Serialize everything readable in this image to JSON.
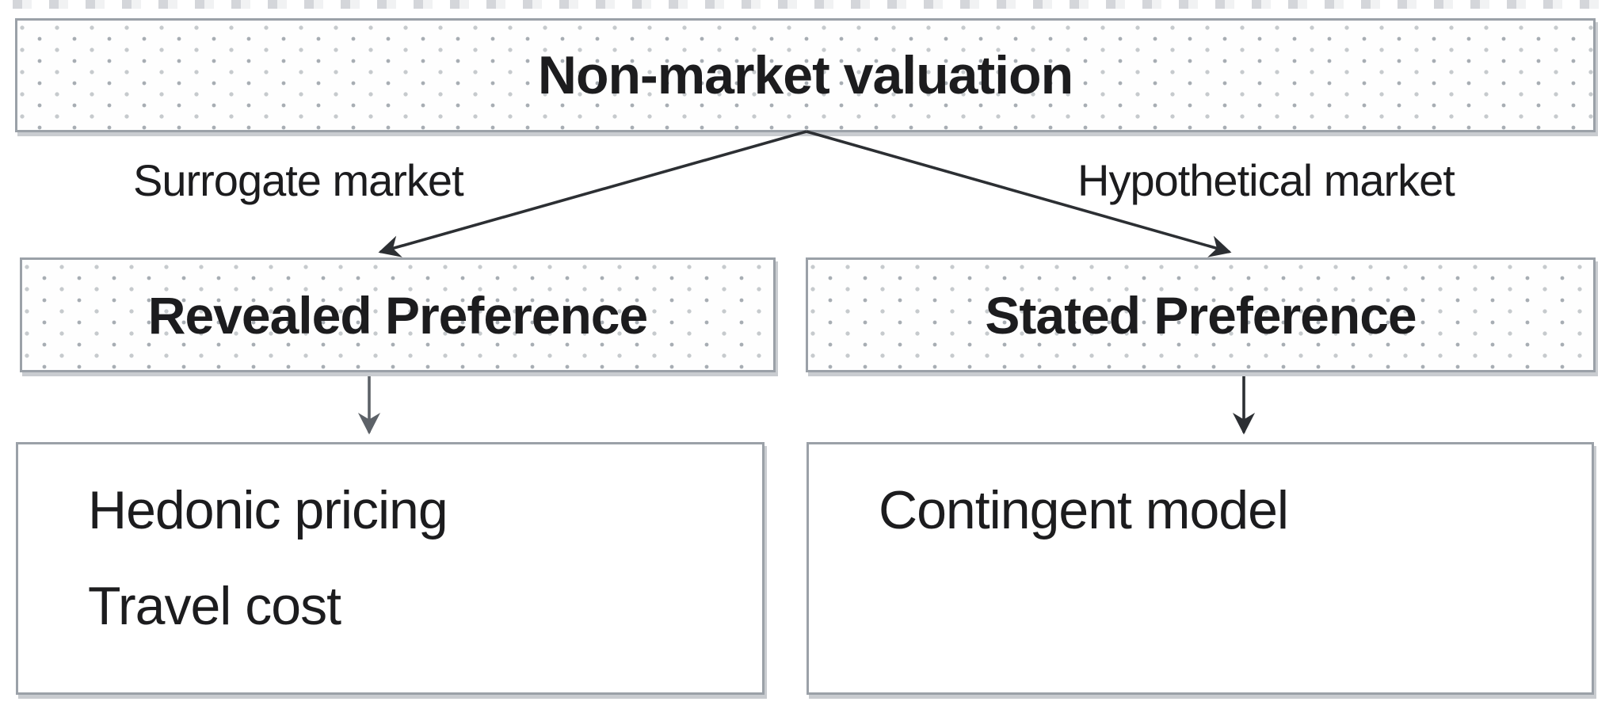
{
  "diagram": {
    "title": "Non-market valuation",
    "branch_labels": {
      "left": "Surrogate market",
      "right": "Hypothetical market"
    },
    "middle": {
      "left": "Revealed Preference",
      "right": "Stated Preference"
    },
    "methods": {
      "revealed": [
        "Hedonic pricing",
        "Travel cost"
      ],
      "stated": [
        "Contingent model"
      ]
    },
    "colors": {
      "background": "#ffffff",
      "box_border": "#9ba1a8",
      "box_shadow": "#c9ccd0",
      "dot_dark": "#a7adb3",
      "dot_light": "#c6cacd",
      "text": "#1c1c1e",
      "arrow": "#2c2f33",
      "arrow_muted": "#5d6268"
    }
  }
}
